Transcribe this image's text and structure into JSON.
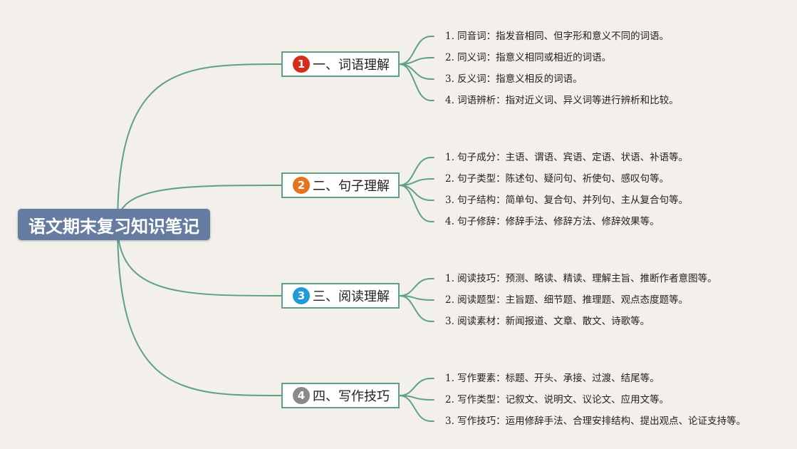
{
  "title": "语文期末复习知识笔记",
  "colors": {
    "line": "#5fa08a",
    "root_bg": "#667ba0",
    "background": "#f3efea"
  },
  "branches": [
    {
      "number": "1",
      "label": "一、词语理解",
      "badge_color": "#d92b1a",
      "items": [
        "1. 同音词：指发音相同、但字形和意义不同的词语。",
        "2. 同义词：指意义相同或相近的词语。",
        "3. 反义词：指意义相反的词语。",
        "4. 词语辨析：指对近义词、异义词等进行辨析和比较。"
      ]
    },
    {
      "number": "2",
      "label": "二、句子理解",
      "badge_color": "#e8731d",
      "items": [
        "1. 句子成分：主语、谓语、宾语、定语、状语、补语等。",
        "2. 句子类型：陈述句、疑问句、祈使句、感叹句等。",
        "3. 句子结构：简单句、复合句、并列句、主从复合句等。",
        "4. 句子修辞：修辞手法、修辞方法、修辞效果等。"
      ]
    },
    {
      "number": "3",
      "label": "三、阅读理解",
      "badge_color": "#1f9bd9",
      "items": [
        "1. 阅读技巧：预测、略读、精读、理解主旨、推断作者意图等。",
        "2. 阅读题型：主旨题、细节题、推理题、观点态度题等。",
        "3. 阅读素材：新闻报道、文章、散文、诗歌等。"
      ]
    },
    {
      "number": "4",
      "label": "四、写作技巧",
      "badge_color": "#8a8a8a",
      "items": [
        "1. 写作要素：标题、开头、承接、过渡、结尾等。",
        "2. 写作类型：记叙文、说明文、议论文、应用文等。",
        "3. 写作技巧：运用修辞手法、合理安排结构、提出观点、论证支持等。"
      ]
    }
  ]
}
